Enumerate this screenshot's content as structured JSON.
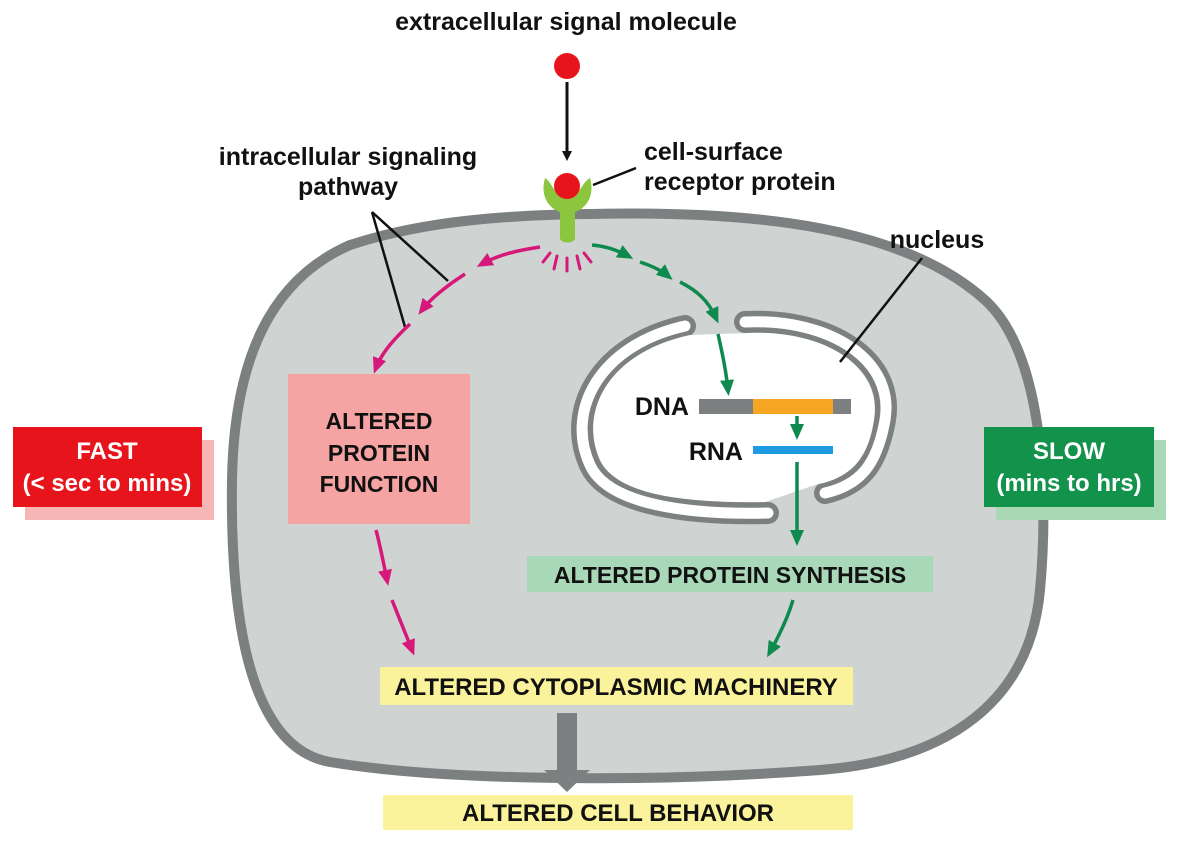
{
  "labels": {
    "signal": "extracellular signal molecule",
    "pathway_line1": "intracellular signaling",
    "pathway_line2": "pathway",
    "receptor_line1": "cell-surface",
    "receptor_line2": "receptor protein",
    "nucleus": "nucleus",
    "dna": "DNA",
    "rna": "RNA"
  },
  "boxes": {
    "protein_function_line1": "ALTERED",
    "protein_function_line2": "PROTEIN",
    "protein_function_line3": "FUNCTION",
    "protein_synthesis": "ALTERED PROTEIN SYNTHESIS",
    "cytoplasmic_machinery": "ALTERED CYTOPLASMIC MACHINERY",
    "cell_behavior": "ALTERED CELL BEHAVIOR"
  },
  "tags": {
    "fast_title": "FAST",
    "fast_sub": "(< sec to mins)",
    "slow_title": "SLOW",
    "slow_sub": "(mins to hrs)"
  },
  "colors": {
    "cell_fill": "#cfd4d3",
    "cell_outline": "#7d8080",
    "signal_molecule": "#e8141b",
    "receptor": "#8cc63f",
    "fast_pathway": "#d6187a",
    "slow_pathway": "#0f8a4e",
    "fast_tag": "#e8141b",
    "fast_tag_shadow": "#f7b6b6",
    "slow_tag": "#12924b",
    "slow_tag_shadow": "#a8d8b4",
    "protein_function_box": "#f6a3a3",
    "protein_synthesis_box": "#a9d8b8",
    "yellow_box": "#fbf39b",
    "dna_gray": "#7d8080",
    "dna_gene": "#f6a623",
    "rna": "#1e9ae0"
  }
}
